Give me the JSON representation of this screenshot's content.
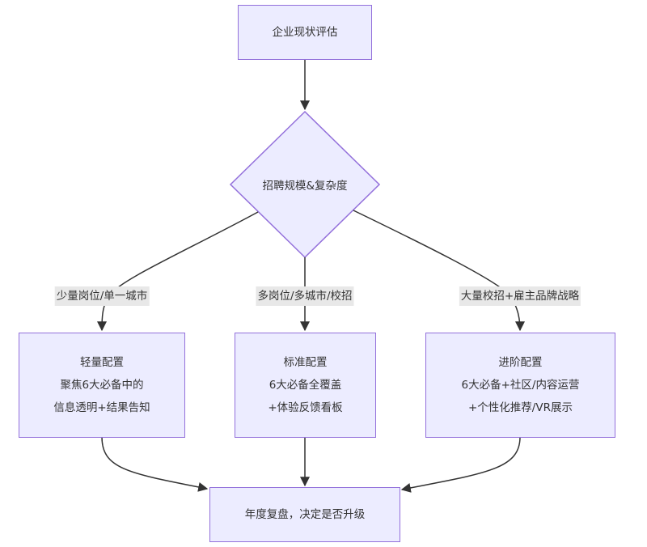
{
  "diagram": {
    "type": "flowchart",
    "colors": {
      "node_fill": "#ECECFF",
      "node_stroke": "#9370DB",
      "edge": "#333333",
      "edge_label_bg": "#e8e8e8",
      "text": "#333333"
    },
    "nodes": {
      "start": {
        "lines": [
          "企业现状评估"
        ]
      },
      "decision": {
        "lines": [
          "招聘规模&复杂度"
        ]
      },
      "light": {
        "lines": [
          "轻量配置",
          "聚焦6大必备中的",
          "信息透明+结果告知"
        ]
      },
      "standard": {
        "lines": [
          "标准配置",
          "6大必备全覆盖",
          "+体验反馈看板"
        ]
      },
      "advanced": {
        "lines": [
          "进阶配置",
          "6大必备+社区/内容运营",
          "+个性化推荐/VR展示"
        ]
      },
      "review": {
        "lines": [
          "年度复盘，决定是否升级"
        ]
      }
    },
    "edges": [
      {
        "from": "start",
        "to": "decision",
        "label": ""
      },
      {
        "from": "decision",
        "to": "light",
        "label": "少量岗位/单一城市"
      },
      {
        "from": "decision",
        "to": "standard",
        "label": "多岗位/多城市/校招"
      },
      {
        "from": "decision",
        "to": "advanced",
        "label": "大量校招+雇主品牌战略"
      },
      {
        "from": "light",
        "to": "review",
        "label": ""
      },
      {
        "from": "standard",
        "to": "review",
        "label": ""
      },
      {
        "from": "advanced",
        "to": "review",
        "label": ""
      }
    ]
  }
}
